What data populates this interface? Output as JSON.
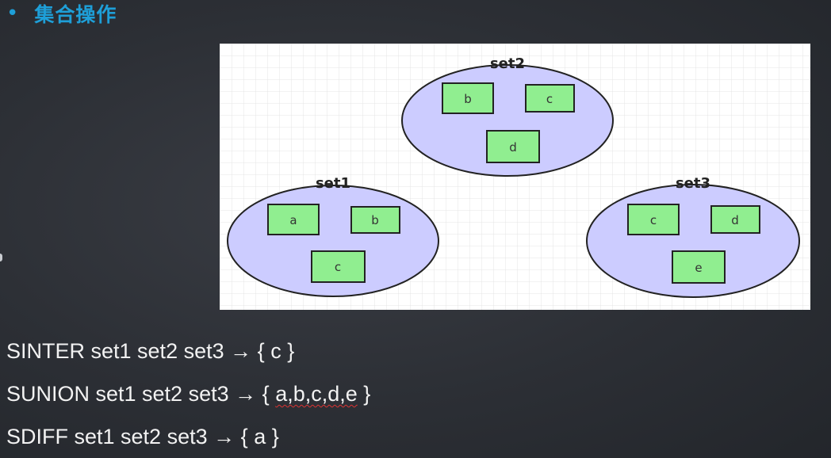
{
  "heading": {
    "bullet": "•",
    "title": "集合操作"
  },
  "diagram": {
    "sets": [
      {
        "name": "set1",
        "items": [
          "a",
          "b",
          "c"
        ]
      },
      {
        "name": "set2",
        "items": [
          "b",
          "c",
          "d"
        ]
      },
      {
        "name": "set3",
        "items": [
          "c",
          "d",
          "e"
        ]
      }
    ],
    "colors": {
      "ellipse_fill": "#ccccff",
      "item_fill": "#90ee90",
      "grid": "#e4e4e4"
    }
  },
  "commands": [
    {
      "cmd": "SINTER set1 set2 set3",
      "arrow": "→",
      "open": "{",
      "result": "c",
      "close": "}"
    },
    {
      "cmd": "SUNION set1 set2 set3",
      "arrow": "→",
      "open": "{",
      "result": "a,b,c,d,e",
      "close": "}"
    },
    {
      "cmd": "SDIFF set1 set2 set3",
      "arrow": "→",
      "open": "{",
      "result": "a",
      "close": "}"
    }
  ]
}
